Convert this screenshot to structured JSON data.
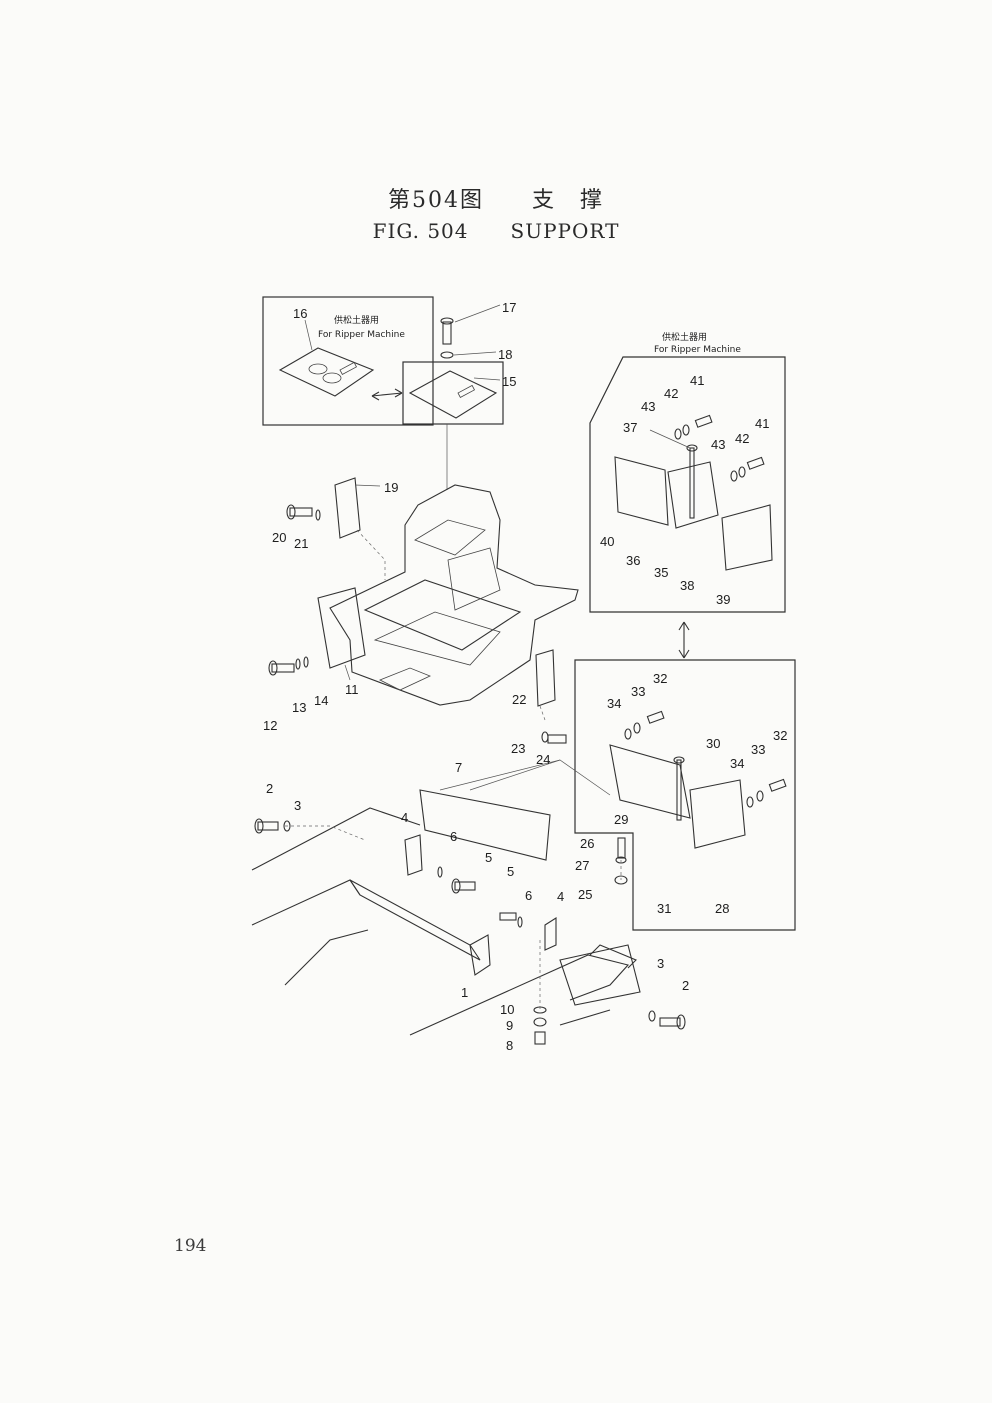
{
  "header": {
    "title_cn": "第504图　　支　撑",
    "title_en": "FIG. 504　　SUPPORT"
  },
  "footer": {
    "page_number": "194"
  },
  "insets": {
    "ripper_note_top_left_cn": "供松土器用",
    "ripper_note_top_left_en": "For Ripper Machine",
    "ripper_note_top_right_cn": "供松土器用",
    "ripper_note_top_right_en": "For Ripper Machine"
  },
  "callouts": [
    "17",
    "16",
    "18",
    "15",
    "19",
    "20",
    "21",
    "11",
    "12",
    "13",
    "14",
    "22",
    "23",
    "24",
    "7",
    "2",
    "3",
    "4",
    "6",
    "5",
    "5",
    "6",
    "4",
    "1",
    "10",
    "9",
    "8",
    "3",
    "2",
    "41",
    "42",
    "43",
    "37",
    "43",
    "42",
    "41",
    "40",
    "36",
    "35",
    "38",
    "39",
    "32",
    "33",
    "34",
    "30",
    "32",
    "33",
    "34",
    "29",
    "26",
    "27",
    "25",
    "31",
    "28"
  ]
}
